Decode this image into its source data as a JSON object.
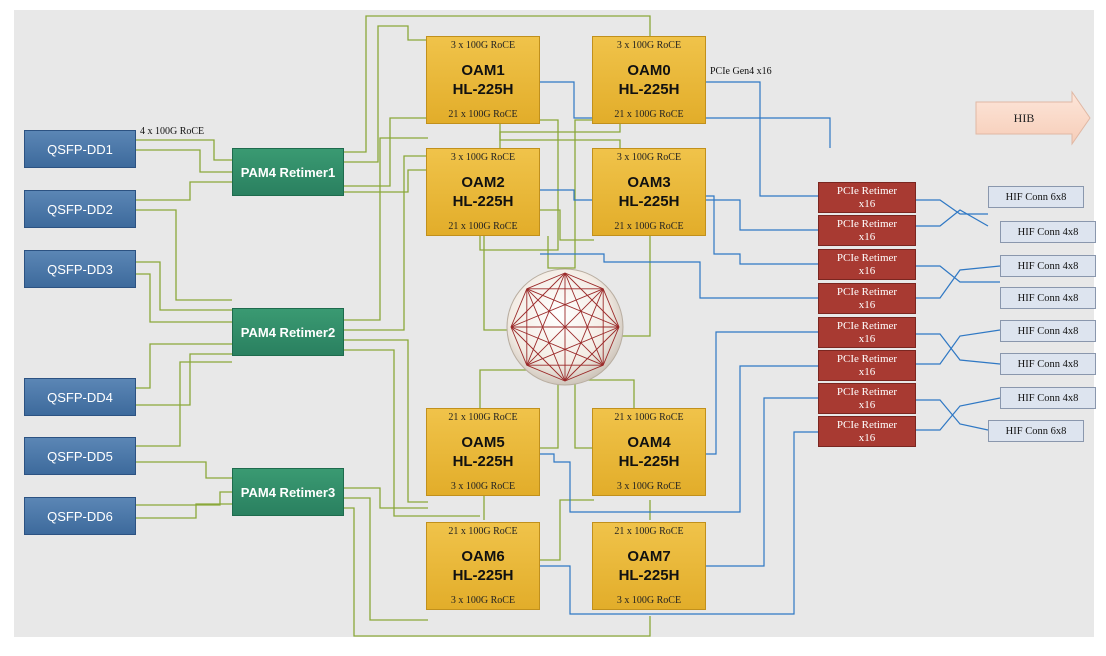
{
  "qsfp": [
    "QSFP-DD1",
    "QSFP-DD2",
    "QSFP-DD3",
    "QSFP-DD4",
    "QSFP-DD5",
    "QSFP-DD6"
  ],
  "retimers": [
    "PAM4 Retimer1",
    "PAM4 Retimer2",
    "PAM4 Retimer3"
  ],
  "oams": [
    {
      "name": "OAM1",
      "model": "HL-225H",
      "top": "3 x 100G RoCE",
      "bottom": "21 x 100G RoCE"
    },
    {
      "name": "OAM0",
      "model": "HL-225H",
      "top": "3 x 100G RoCE",
      "bottom": "21 x 100G RoCE"
    },
    {
      "name": "OAM2",
      "model": "HL-225H",
      "top": "3 x 100G RoCE",
      "bottom": "21 x 100G RoCE"
    },
    {
      "name": "OAM3",
      "model": "HL-225H",
      "top": "3 x 100G RoCE",
      "bottom": "21 x 100G RoCE"
    },
    {
      "name": "OAM5",
      "model": "HL-225H",
      "top": "21 x 100G RoCE",
      "bottom": "3 x 100G RoCE"
    },
    {
      "name": "OAM4",
      "model": "HL-225H",
      "top": "21 x 100G RoCE",
      "bottom": "3 x 100G RoCE"
    },
    {
      "name": "OAM6",
      "model": "HL-225H",
      "top": "21 x 100G RoCE",
      "bottom": "3 x 100G RoCE"
    },
    {
      "name": "OAM7",
      "model": "HL-225H",
      "top": "21 x 100G RoCE",
      "bottom": "3 x 100G RoCE"
    }
  ],
  "pcie_retimer": {
    "line1": "PCIe Retimer",
    "line2": "x16"
  },
  "hif": [
    "HIF Conn 6x8",
    "HIF Conn 4x8",
    "HIF Conn 4x8",
    "HIF Conn 4x8",
    "HIF Conn 4x8",
    "HIF Conn 4x8",
    "HIF Conn 4x8",
    "HIF Conn 6x8"
  ],
  "labels": {
    "qsfp_link": "4 x 100G RoCE",
    "pcie_link": "PCIe Gen4 x16",
    "hib": "HIB"
  },
  "colors": {
    "qsfp": "#3d6a9c",
    "retimer": "#2a8060",
    "oam": "#e2ad2a",
    "pcie": "#a83a32",
    "hif": "#dde4ef",
    "green_wire": "#8aa83a",
    "blue_wire": "#2f78c4",
    "mesh": "#9b2a2a"
  }
}
